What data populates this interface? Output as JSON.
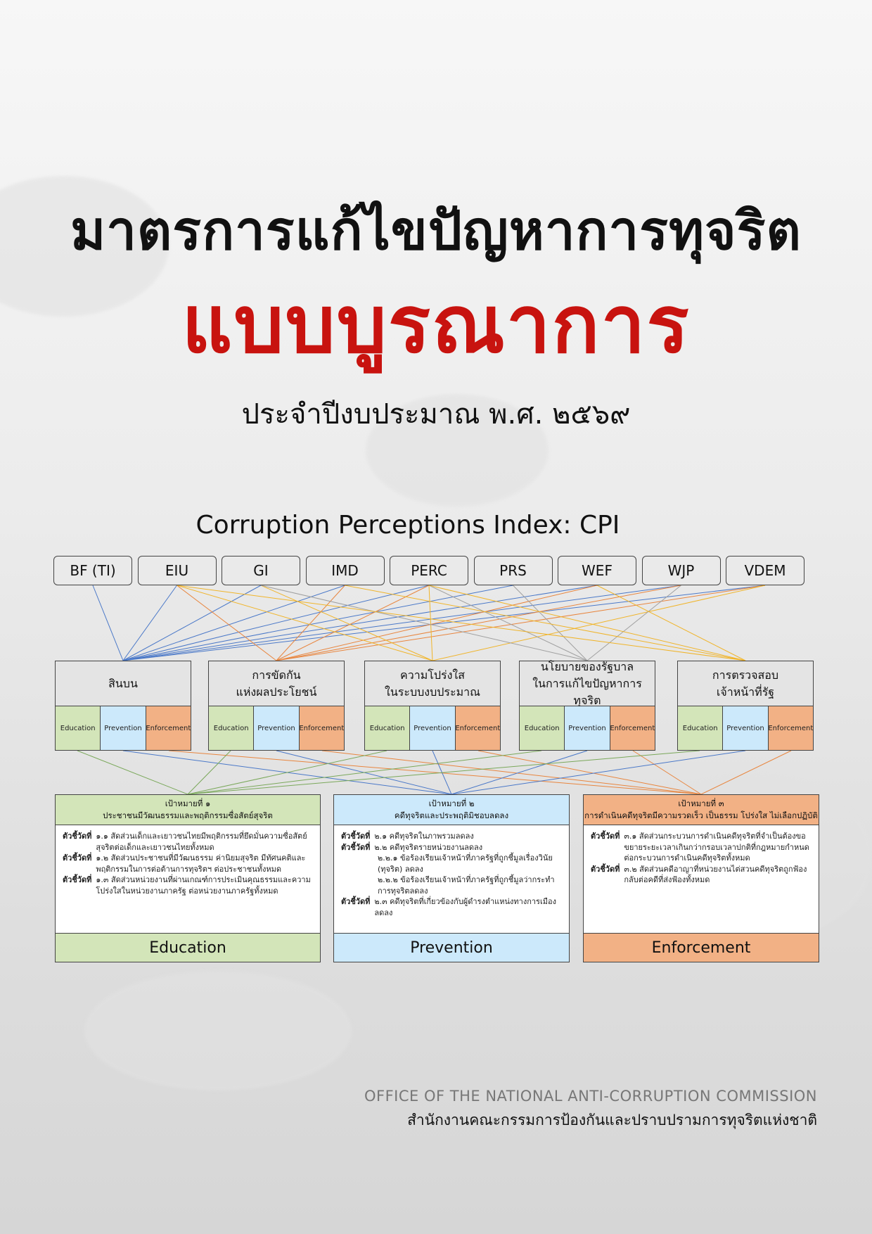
{
  "title_line1": "มาตรการแก้ไขปัญหาการทุจริต",
  "title_line2": "แบบบูรณาการ",
  "subtitle": "ประจำปีงบประมาณ พ.ศ. ๒๕๖๙",
  "cpi_title": "Corruption Perceptions Index: CPI",
  "colors": {
    "title_red": "#c8130f",
    "education": "#d3e5b9",
    "prevention": "#cce9fb",
    "enforcement": "#f2b185",
    "line_blue": "#4a78c8",
    "line_orange": "#e8853e",
    "line_yellow": "#f0b429",
    "line_gray": "#a0a0a0",
    "line_green": "#7aa85a"
  },
  "sources": [
    "BF (TI)",
    "EIU",
    "GI",
    "IMD",
    "PERC",
    "PRS",
    "WEF",
    "WJP",
    "VDEM"
  ],
  "categories": [
    {
      "title": "สินบน",
      "line_color": "line_blue",
      "sources": [
        0,
        1,
        2,
        3,
        4,
        5,
        6,
        7,
        8
      ]
    },
    {
      "title": "การขัดกัน\nแห่งผลประโยชน์",
      "line_color": "line_orange",
      "sources": [
        1,
        3,
        4,
        6,
        7,
        8
      ]
    },
    {
      "title": "ความโปร่งใส\nในระบบงบประมาณ",
      "line_color": "line_yellow",
      "sources": [
        1,
        2,
        4,
        8
      ]
    },
    {
      "title": "นโยบายของรัฐบาล\nในการแก้ไขปัญหาการทุจริต",
      "line_color": "line_gray",
      "sources": [
        2,
        4,
        5,
        7
      ]
    },
    {
      "title": "การตรวจสอบ\nเจ้าหน้าที่รัฐ",
      "line_color": "line_yellow",
      "sources": [
        1,
        3,
        4,
        6
      ]
    }
  ],
  "sub_labels": {
    "education": "Education",
    "prevention": "Prevention",
    "enforcement": "Enforcement"
  },
  "goals": [
    {
      "heading": "เป้าหมายที่ ๑",
      "title": "ประชาชนมีวัฒนธรรมและพฤติกรรมซื่อสัตย์สุจริต",
      "footer": "Education",
      "indicators": [
        {
          "label": "ตัวชี้วัดที่",
          "text": "๑.๑ สัดส่วนเด็กและเยาวชนไทยมีพฤติกรรมที่ยึดมั่นความซื่อสัตย์สุจริตต่อเด็กและเยาวชนไทยทั้งหมด"
        },
        {
          "label": "ตัวชี้วัดที่",
          "text": "๑.๒ สัดส่วนประชาชนที่มีวัฒนธรรม ค่านิยมสุจริต มีทัศนคติและพฤติกรรมในการต่อต้านการทุจริตฯ ต่อประชาชนทั้งหมด"
        },
        {
          "label": "ตัวชี้วัดที่",
          "text": "๑.๓ สัดส่วนหน่วยงานที่ผ่านเกณฑ์การประเมินคุณธรรมและความโปร่งใสในหน่วยงานภาครัฐ ต่อหน่วยงานภาครัฐทั้งหมด"
        }
      ]
    },
    {
      "heading": "เป้าหมายที่ ๒",
      "title": "คดีทุจริตและประพฤติมิชอบลดลง",
      "footer": "Prevention",
      "indicators": [
        {
          "label": "ตัวชี้วัดที่",
          "text": "๒.๑ คดีทุจริตในภาพรวมลดลง"
        },
        {
          "label": "ตัวชี้วัดที่",
          "text": "๒.๒ คดีทุจริตรายหน่วยงานลดลง"
        },
        {
          "label": "",
          "text": "๒.๒.๑ ข้อร้องเรียนเจ้าหน้าที่ภาครัฐที่ถูกชี้มูลเรื่องวินัย (ทุจริต) ลดลง"
        },
        {
          "label": "",
          "text": "๒.๒.๒ ข้อร้องเรียนเจ้าหน้าที่ภาครัฐที่ถูกชี้มูลว่ากระทำการทุจริตลดลง"
        },
        {
          "label": "ตัวชี้วัดที่",
          "text": "๒.๓ คดีทุจริตที่เกี่ยวข้องกับผู้ดำรงตำแหน่งทางการเมืองลดลง"
        }
      ]
    },
    {
      "heading": "เป้าหมายที่ ๓",
      "title": "การดำเนินคดีทุจริตมีความรวดเร็ว เป็นธรรม โปร่งใส ไม่เลือกปฏิบัติ",
      "footer": "Enforcement",
      "indicators": [
        {
          "label": "ตัวชี้วัดที่",
          "text": "๓.๑ สัดส่วนกระบวนการดำเนินคดีทุจริตที่จำเป็นต้องขอขยายระยะเวลาเกินกว่ากรอบเวลาปกติที่กฎหมายกำหนด ต่อกระบวนการดำเนินคดีทุจริตทั้งหมด"
        },
        {
          "label": "ตัวชี้วัดที่",
          "text": "๓.๒ สัดส่วนคดีอาญาที่หน่วยงานไต่สวนคดีทุจริตถูกฟ้องกลับต่อคดีที่ส่งฟ้องทั้งหมด"
        }
      ]
    }
  ],
  "footer": {
    "org_en": "OFFICE OF THE NATIONAL ANTI-CORRUPTION COMMISSION",
    "org_th": "สำนักงานคณะกรรมการป้องกันและปราบปรามการทุจริตแห่งชาติ"
  }
}
